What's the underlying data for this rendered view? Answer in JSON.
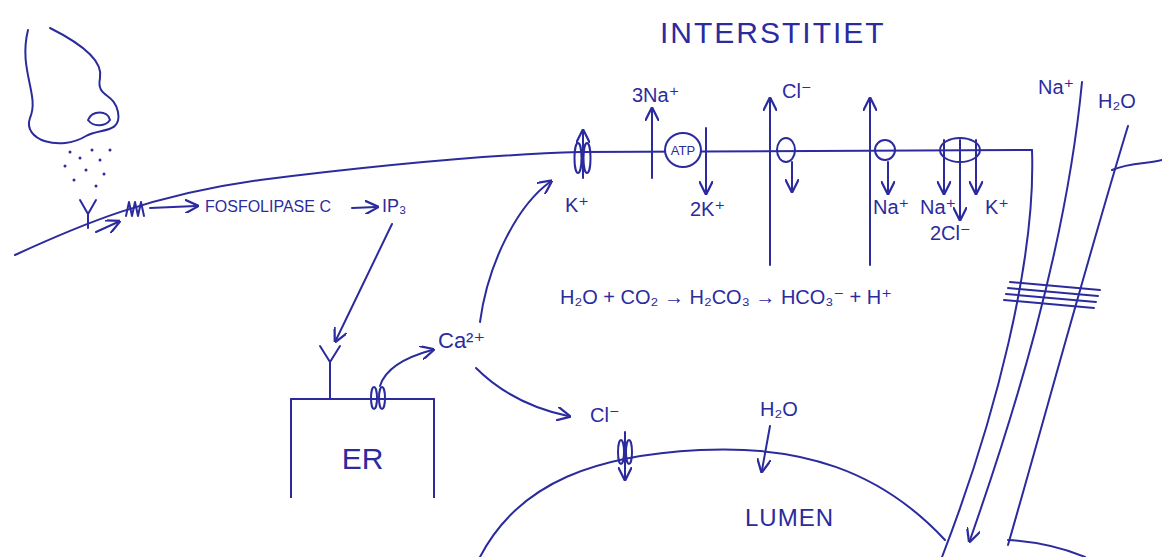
{
  "diagram": {
    "nodes": [
      {
        "text": [
          "ATP"
        ]
      },
      {
        "text": [
          "ER"
        ]
      }
    ],
    "labels": [
      "INTERSTITIET",
      "3Na⁺",
      "Cl⁻",
      "Na⁺",
      "H₂O",
      "FOSFOLIPASE C",
      "IP₃",
      "K⁺",
      "2K⁺",
      "Na⁺",
      "Na⁺",
      "K⁺",
      "2Cl⁻",
      "H₂O + CO₂ → H₂CO₃ → HCO₃⁻ + H⁺",
      "Ca²⁺",
      "Cl⁻",
      "H₂O",
      "LUMEN"
    ]
  }
}
